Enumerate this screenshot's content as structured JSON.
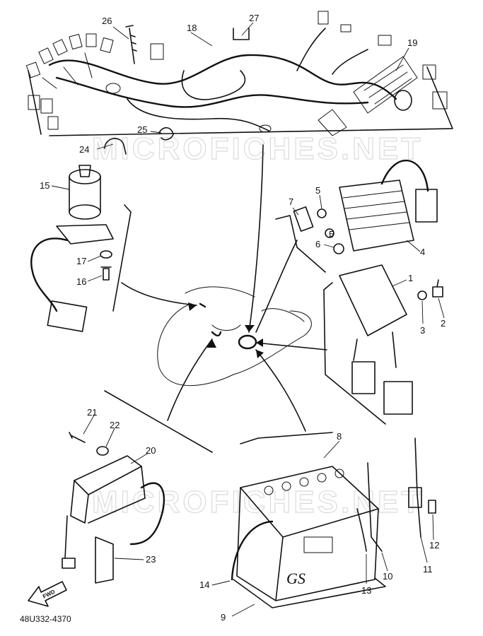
{
  "diagram": {
    "part_code": "48U332-4370",
    "watermark": "MICROFICHES.NET",
    "forward_label": "FWD",
    "battery_mark": "GS",
    "callouts": {
      "c1": "1",
      "c2": "2",
      "c3": "3",
      "c4": "4",
      "c5a": "5",
      "c5b": "5",
      "c6": "6",
      "c7": "7",
      "c8": "8",
      "c9": "9",
      "c10": "10",
      "c11": "11",
      "c12": "12",
      "c13": "13",
      "c14": "14",
      "c15": "15",
      "c16": "16",
      "c17": "17",
      "c18": "18",
      "c19": "19",
      "c20": "20",
      "c21": "21",
      "c22": "22",
      "c23": "23",
      "c24": "24",
      "c25": "25",
      "c26": "26",
      "c27": "27"
    }
  }
}
